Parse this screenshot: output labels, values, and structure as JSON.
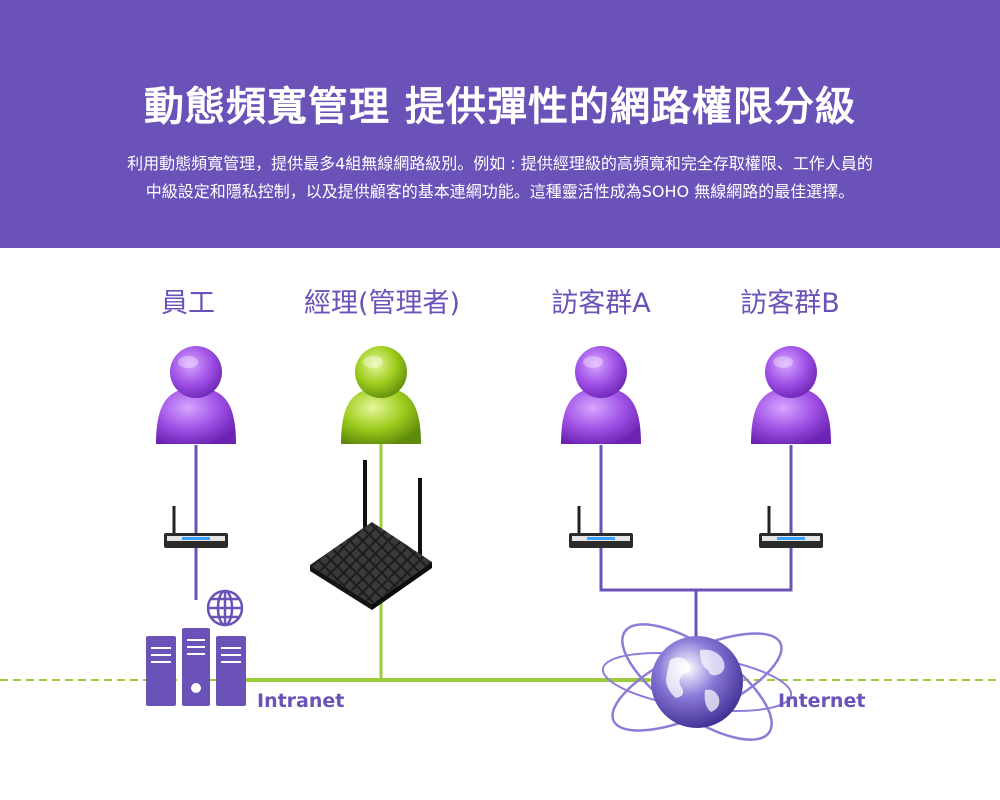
{
  "banner": {
    "title": "動態頻寬管理  提供彈性的網路權限分級",
    "description": "利用動態頻寬管理，提供最多4組無線網路級別。例如 : 提供經理級的高頻寬和完全存取權限、工作人員的中級設定和隱私控制，以及提供顧客的基本連網功能。這種靈活性成為SOHO 無線網路的最佳選擇。"
  },
  "groups": [
    {
      "label": "員工",
      "color": "#9b4fe0"
    },
    {
      "label": "經理(管理者)",
      "color": "#8dc21f"
    },
    {
      "label": "訪客群A",
      "color": "#9b4fe0"
    },
    {
      "label": "訪客群B",
      "color": "#9b4fe0"
    }
  ],
  "networks": {
    "intranet": "Intranet",
    "internet": "Internet"
  },
  "colors": {
    "banner": "#6a52b8",
    "purple_line": "#6a52b8",
    "green_line": "#9ccb3b"
  },
  "icons": {
    "user": "user-icon",
    "small_router": "router-icon",
    "main_router": "wifi-router-icon",
    "server": "server-icon",
    "globe_web": "globe-icon",
    "earth": "earth-orbit-icon"
  }
}
